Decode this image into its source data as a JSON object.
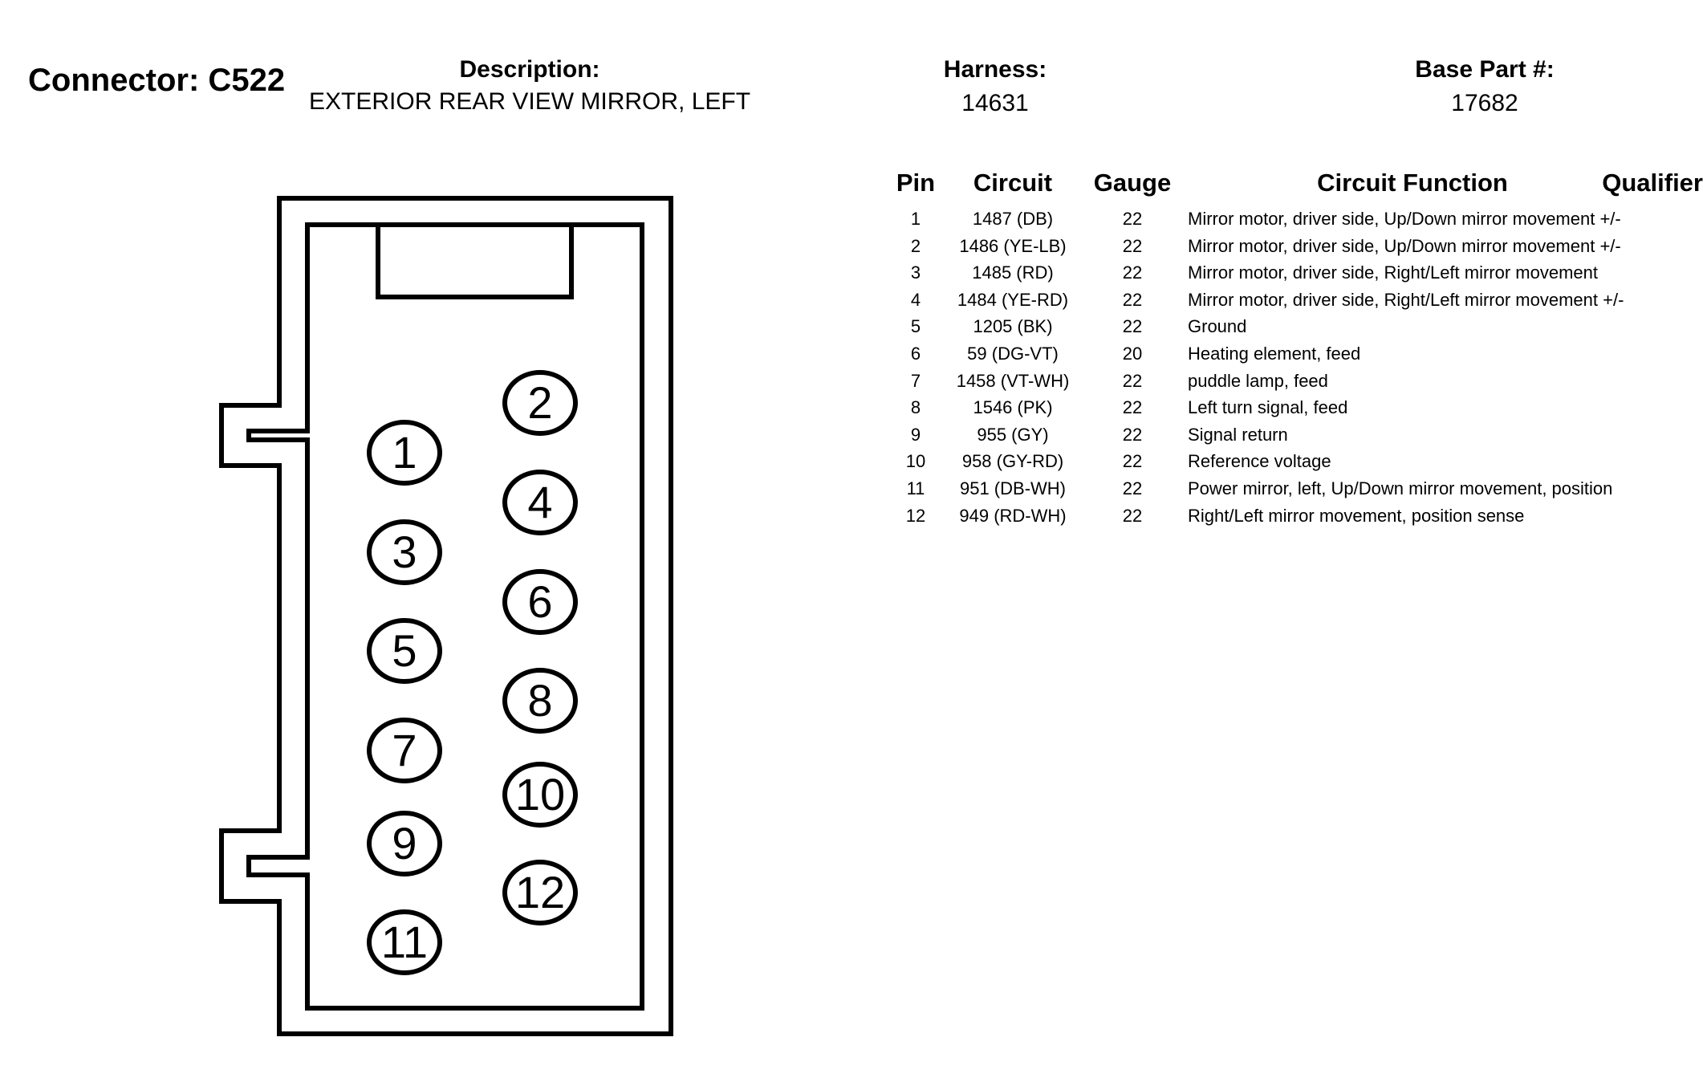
{
  "header": {
    "connector_label": "Connector: C522",
    "description_label": "Description:",
    "description_value": "EXTERIOR REAR VIEW MIRROR, LEFT",
    "harness_label": "Harness:",
    "harness_value": "14631",
    "base_part_label": "Base Part #:",
    "base_part_value": "17682"
  },
  "table": {
    "columns": [
      "Pin",
      "Circuit",
      "Gauge",
      "Circuit Function",
      "Qualifier"
    ],
    "rows": [
      {
        "pin": "1",
        "circuit": "1487 (DB)",
        "gauge": "22",
        "function": "Mirror motor, driver side, Up/Down mirror movement +/-"
      },
      {
        "pin": "2",
        "circuit": "1486 (YE-LB)",
        "gauge": "22",
        "function": "Mirror motor, driver side, Up/Down mirror movement +/-"
      },
      {
        "pin": "3",
        "circuit": "1485 (RD)",
        "gauge": "22",
        "function": "Mirror motor, driver side, Right/Left mirror movement"
      },
      {
        "pin": "4",
        "circuit": "1484 (YE-RD)",
        "gauge": "22",
        "function": "Mirror motor, driver side, Right/Left mirror movement +/-"
      },
      {
        "pin": "5",
        "circuit": "1205 (BK)",
        "gauge": "22",
        "function": "Ground"
      },
      {
        "pin": "6",
        "circuit": "59 (DG-VT)",
        "gauge": "20",
        "function": "Heating element, feed"
      },
      {
        "pin": "7",
        "circuit": "1458 (VT-WH)",
        "gauge": "22",
        "function": "puddle lamp, feed"
      },
      {
        "pin": "8",
        "circuit": "1546 (PK)",
        "gauge": "22",
        "function": "Left turn signal, feed"
      },
      {
        "pin": "9",
        "circuit": "955 (GY)",
        "gauge": "22",
        "function": "Signal return"
      },
      {
        "pin": "10",
        "circuit": "958 (GY-RD)",
        "gauge": "22",
        "function": "Reference voltage"
      },
      {
        "pin": "11",
        "circuit": "951 (DB-WH)",
        "gauge": "22",
        "function": "Power mirror, left, Up/Down mirror movement, position"
      },
      {
        "pin": "12",
        "circuit": "949 (RD-WH)",
        "gauge": "22",
        "function": "Right/Left mirror movement, position sense"
      }
    ]
  },
  "diagram": {
    "pins": [
      "1",
      "2",
      "3",
      "4",
      "5",
      "6",
      "7",
      "8",
      "9",
      "10",
      "11",
      "12"
    ]
  }
}
